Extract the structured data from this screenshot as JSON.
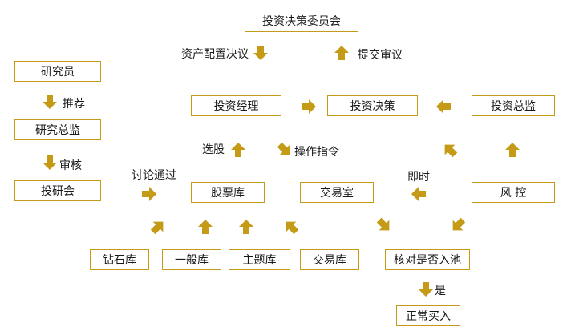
{
  "colors": {
    "accent": "#c49a16",
    "text": "#1a1a1a",
    "background": "#ffffff"
  },
  "boxes": {
    "committee": "投资决策委员会",
    "researcher": "研究员",
    "research_director": "研究总监",
    "research_meeting": "投研会",
    "portfolio_manager": "投资经理",
    "investment_decision": "投资决策",
    "investment_director": "投资总监",
    "stock_pool": "股票库",
    "trading_room": "交易室",
    "risk_control": "风 控",
    "pool_drill": "钻石库",
    "pool_general": "一般库",
    "pool_theme": "主题库",
    "pool_trading": "交易库",
    "check_in_pool": "核对是否入池",
    "normal_buy": "正常买入"
  },
  "labels": {
    "asset_allocation": "资产配置决议",
    "submit_review": "提交审议",
    "recommend": "推荐",
    "review": "审核",
    "discussion_pass": "讨论通过",
    "select_stock": "选股",
    "operation_order": "操作指令",
    "immediately": "即时",
    "yes": "是"
  },
  "arrow_icons": [
    "arrow-down",
    "arrow-up",
    "arrow-right",
    "arrow-left",
    "arrow-up-right",
    "arrow-up-left",
    "arrow-down-right",
    "arrow-down-left"
  ]
}
